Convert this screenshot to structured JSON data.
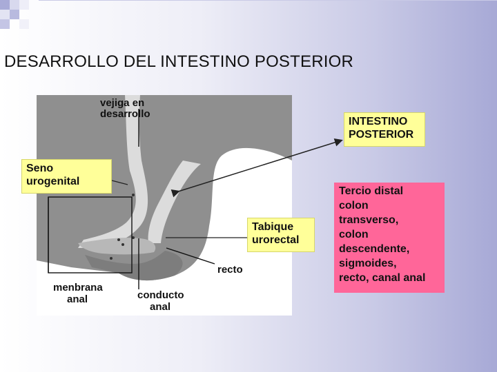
{
  "slide": {
    "title": "DESARROLLO DEL INTESTINO POSTERIOR"
  },
  "callouts": {
    "intestino_posterior": "INTESTINO\nPOSTERIOR",
    "seno_urogenital": "Seno\nurogenital",
    "tabique_urorectal": "Tabique\nurorectal"
  },
  "pink_box": {
    "text": "Tercio distal\ncolon\ntransverso,\ncolon\ndescendente,\nsigmoides,\nrecto, canal anal"
  },
  "figure_labels": {
    "vejiga": "vejiga en",
    "desarrollo": "desarrollo",
    "recto": "recto",
    "membrana": "menbrana",
    "anal1": "anal",
    "conducto": "conducto",
    "anal2": "anal"
  },
  "colors": {
    "callout_fill": "#ffff99",
    "pink_fill": "#ff6699",
    "tissue": "#8f8f8f",
    "lumen": "#dcdcdc"
  }
}
